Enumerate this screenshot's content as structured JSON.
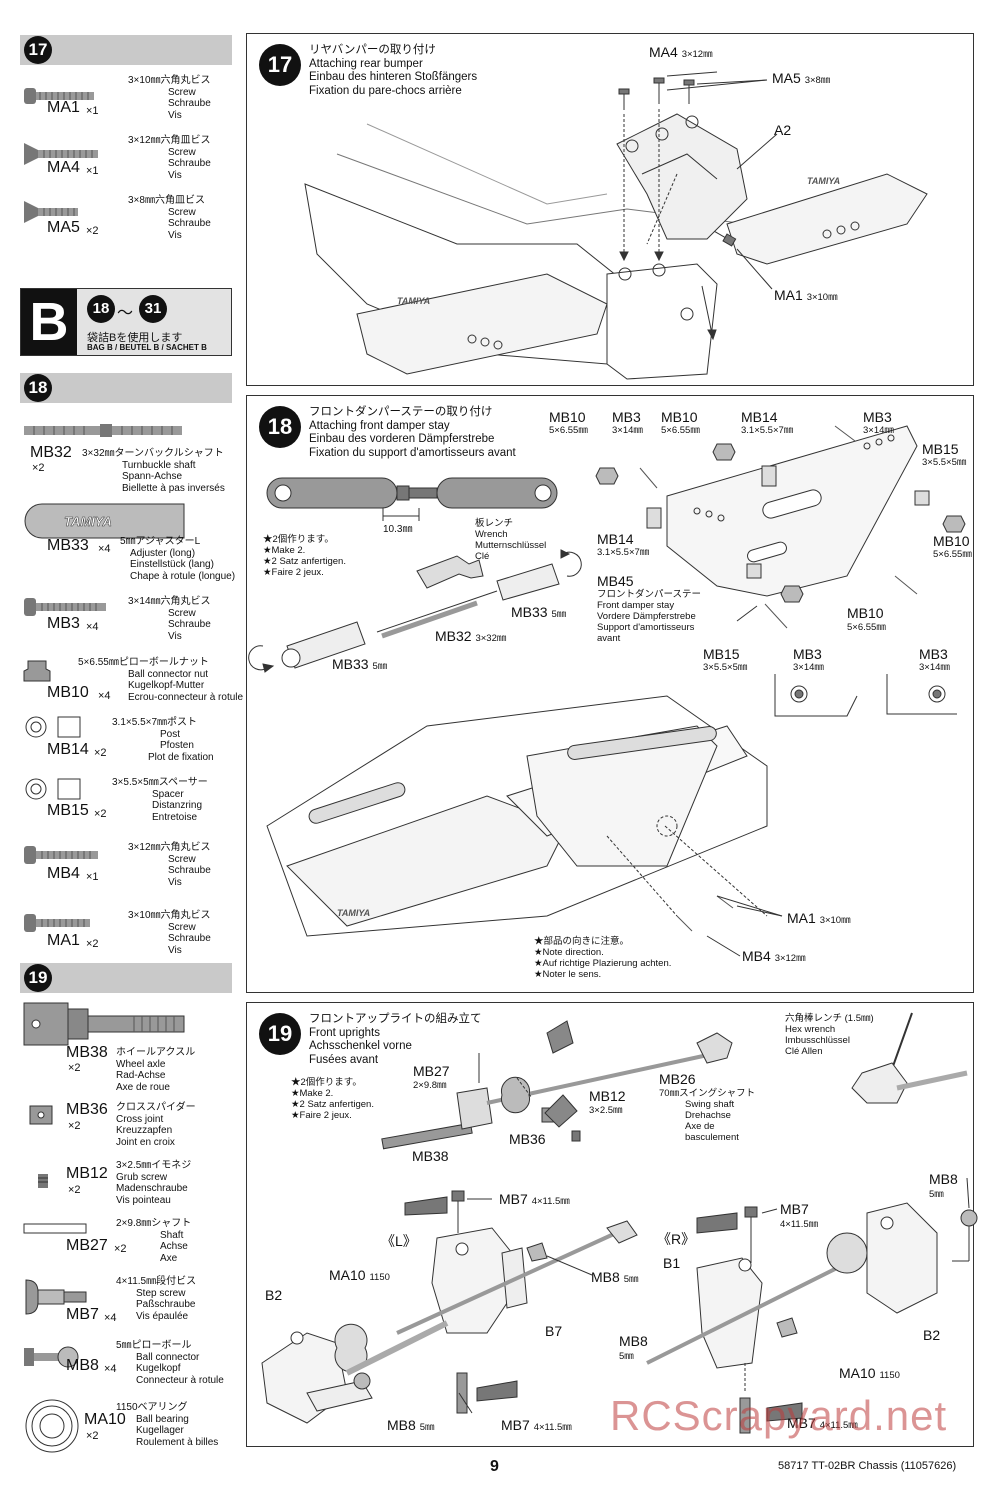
{
  "sidebar": {
    "s17": {
      "num": "17",
      "parts": [
        {
          "code": "MA1",
          "qty": "×1",
          "desc": [
            "3×10㎜六角丸ビス",
            "Screw",
            "Schraube",
            "Vis"
          ]
        },
        {
          "code": "MA4",
          "qty": "×1",
          "desc": [
            "3×12㎜六角皿ビス",
            "Screw",
            "Schraube",
            "Vis"
          ]
        },
        {
          "code": "MA5",
          "qty": "×2",
          "desc": [
            "3×8㎜六角皿ビス",
            "Screw",
            "Schraube",
            "Vis"
          ]
        }
      ]
    },
    "bag": {
      "letter": "B",
      "from": "18",
      "tilde": "～",
      "to": "31",
      "jp": "袋詰Bを使用します",
      "en": "BAG B / BEUTEL B / SACHET B"
    },
    "s18": {
      "num": "18",
      "parts": [
        {
          "code": "MB32",
          "qty": "×2",
          "desc": [
            "3×32㎜ターンバックルシャフト",
            "Turnbuckle shaft",
            "Spann-Achse",
            "Biellette à pas inversés"
          ]
        },
        {
          "code": "MB33",
          "qty": "×4",
          "desc": [
            "5㎜アジャスターL",
            "Adjuster (long)",
            "Einstellstück (lang)",
            "Chape à rotule (longue)"
          ]
        },
        {
          "code": "MB3",
          "qty": "×4",
          "desc": [
            "3×14㎜六角丸ビス",
            "Screw",
            "Schraube",
            "Vis"
          ]
        },
        {
          "code": "MB10",
          "qty": "×4",
          "desc": [
            "5×6.55㎜ピローボールナット",
            "Ball connector nut",
            "Kugelkopf-Mutter",
            "Ecrou-connecteur à rotule"
          ]
        },
        {
          "code": "MB14",
          "qty": "×2",
          "desc": [
            "3.1×5.5×7㎜ポスト",
            "Post",
            "Pfosten",
            "Plot de fixation"
          ]
        },
        {
          "code": "MB15",
          "qty": "×2",
          "desc": [
            "3×5.5×5㎜スペーサー",
            "Spacer",
            "Distanzring",
            "Entretoise"
          ]
        },
        {
          "code": "MB4",
          "qty": "×1",
          "desc": [
            "3×12㎜六角丸ビス",
            "Screw",
            "Schraube",
            "Vis"
          ]
        },
        {
          "code": "MA1",
          "qty": "×2",
          "desc": [
            "3×10㎜六角丸ビス",
            "Screw",
            "Schraube",
            "Vis"
          ]
        }
      ]
    },
    "s19": {
      "num": "19",
      "parts": [
        {
          "code": "MB38",
          "qty": "×2",
          "desc": [
            "ホイールアクスル",
            "Wheel axle",
            "Rad-Achse",
            "Axe de roue"
          ]
        },
        {
          "code": "MB36",
          "qty": "×2",
          "desc": [
            "クロススパイダー",
            "Cross joint",
            "Kreuzzapfen",
            "Joint en croix"
          ]
        },
        {
          "code": "MB12",
          "qty": "×2",
          "desc": [
            "3×2.5㎜イモネジ",
            "Grub screw",
            "Madenschraube",
            "Vis pointeau"
          ]
        },
        {
          "code": "MB27",
          "qty": "×2",
          "desc": [
            "2×9.8㎜シャフト",
            "Shaft",
            "Achse",
            "Axe"
          ]
        },
        {
          "code": "MB7",
          "qty": "×4",
          "desc": [
            "4×11.5㎜段付ビス",
            "Step screw",
            "Paßschraube",
            "Vis épaulée"
          ]
        },
        {
          "code": "MB8",
          "qty": "×4",
          "desc": [
            "5㎜ピローボール",
            "Ball connector",
            "Kugelkopf",
            "Connecteur à rotule"
          ]
        },
        {
          "code": "MA10",
          "qty": "×2",
          "desc": [
            "1150ベアリング",
            "Ball bearing",
            "Kugellager",
            "Roulement à billes"
          ]
        }
      ]
    }
  },
  "step17": {
    "num": "17",
    "title": [
      "リヤバンパーの取り付け",
      "Attaching rear bumper",
      "Einbau des hinteren Stoßfängers",
      "Fixation du pare-chocs arrière"
    ],
    "labels": {
      "ma4": "MA4",
      "ma4_size": "3×12㎜",
      "ma5": "MA5",
      "ma5_size": "3×8㎜",
      "a2": "A2",
      "ma1": "MA1",
      "ma1_size": "3×10㎜",
      "brand": "TAMIYA"
    }
  },
  "step18": {
    "num": "18",
    "title": [
      "フロントダンパーステーの取り付け",
      "Attaching front damper stay",
      "Einbau des vorderen Dämpferstrebe",
      "Fixation du support d'amortisseurs avant"
    ],
    "dim": "10.3㎜",
    "make2": [
      "★2個作ります。",
      "★Make 2.",
      "★2 Satz anfertigen.",
      "★Faire 2 jeux."
    ],
    "wrench": [
      "板レンチ",
      "Wrench",
      "Mutternschlüssel",
      "Clé"
    ],
    "labels": {
      "mb33a": "MB33",
      "mb33a_size": "5㎜",
      "mb32": "MB32",
      "mb32_size": "3×32㎜",
      "mb33b": "MB33",
      "mb33b_size": "5㎜",
      "mb10a": "MB10",
      "mb10a_size": "5×6.55㎜",
      "mb3a": "MB3",
      "mb3a_size": "3×14㎜",
      "mb10b": "MB10",
      "mb10b_size": "5×6.55㎜",
      "mb14a": "MB14",
      "mb14a_size": "3.1×5.5×7㎜",
      "mb3b": "MB3",
      "mb3b_size": "3×14㎜",
      "mb15a": "MB15",
      "mb15a_size": "3×5.5×5㎜",
      "mb10c": "MB10",
      "mb10c_size": "5×6.55㎜",
      "mb14b": "MB14",
      "mb14b_size": "3.1×5.5×7㎜",
      "mb45": "MB45",
      "mb45_desc": [
        "フロントダンパーステー",
        "Front damper stay",
        "Vordere Dämpferstrebe",
        "Support d'amortisseurs",
        "avant"
      ],
      "mb10d": "MB10",
      "mb10d_size": "5×6.55㎜",
      "mb15b": "MB15",
      "mb15b_size": "3×5.5×5㎜",
      "mb3c": "MB3",
      "mb3c_size": "3×14㎜",
      "mb3d": "MB3",
      "mb3d_size": "3×14㎜",
      "ma1": "MA1",
      "ma1_size": "3×10㎜",
      "mb4": "MB4",
      "mb4_size": "3×12㎜",
      "brand": "TAMIYA"
    },
    "note": [
      "★部品の向きに注意。",
      "★Note direction.",
      "★Auf richtige Plazierung achten.",
      "★Noter le sens."
    ]
  },
  "step19": {
    "num": "19",
    "title": [
      "フロントアップライトの組み立て",
      "Front uprights",
      "Achsschenkel vorne",
      "Fusées avant"
    ],
    "make2": [
      "★2個作ります。",
      "★Make 2.",
      "★2 Satz anfertigen.",
      "★Faire 2 jeux."
    ],
    "hex": [
      "六角棒レンチ (1.5㎜)",
      "Hex wrench",
      "Imbusschlüssel",
      "Clé Allen"
    ],
    "labels": {
      "mb27": "MB27",
      "mb27_size": "2×9.8㎜",
      "mb26": "MB26",
      "mb26_desc": [
        "70㎜スイングシャフト",
        "Swing shaft",
        "Drehachse",
        "Axe de",
        "basculement"
      ],
      "mb12": "MB12",
      "mb12_size": "3×2.5㎜",
      "mb36": "MB36",
      "mb38": "MB38",
      "mb7a": "MB7",
      "mb7a_size": "4×11.5㎜",
      "mb7b": "MB7",
      "mb7b_size": "4×11.5㎜",
      "mb8a": "MB8",
      "mb8a_size": "5㎜",
      "left": "《L》",
      "right": "《R》",
      "ma10a": "MA10",
      "ma10a_size": "1150",
      "mb8b": "MB8",
      "mb8b_size": "5㎜",
      "b2a": "B2",
      "b7": "B7",
      "b1": "B1",
      "mb8c": "MB8",
      "mb8c_size": "5㎜",
      "ma10b": "MA10",
      "ma10b_size": "1150",
      "b2b": "B2",
      "mb8d": "MB8",
      "mb8d_size": "5㎜",
      "mb7c": "MB7",
      "mb7c_size": "4×11.5㎜",
      "mb7d": "MB7",
      "mb7d_size": "4×11.5㎜"
    }
  },
  "footer": {
    "page": "9",
    "product": "58717 TT-02BR Chassis (11057626)"
  },
  "watermark": "RCScrapyard.net"
}
